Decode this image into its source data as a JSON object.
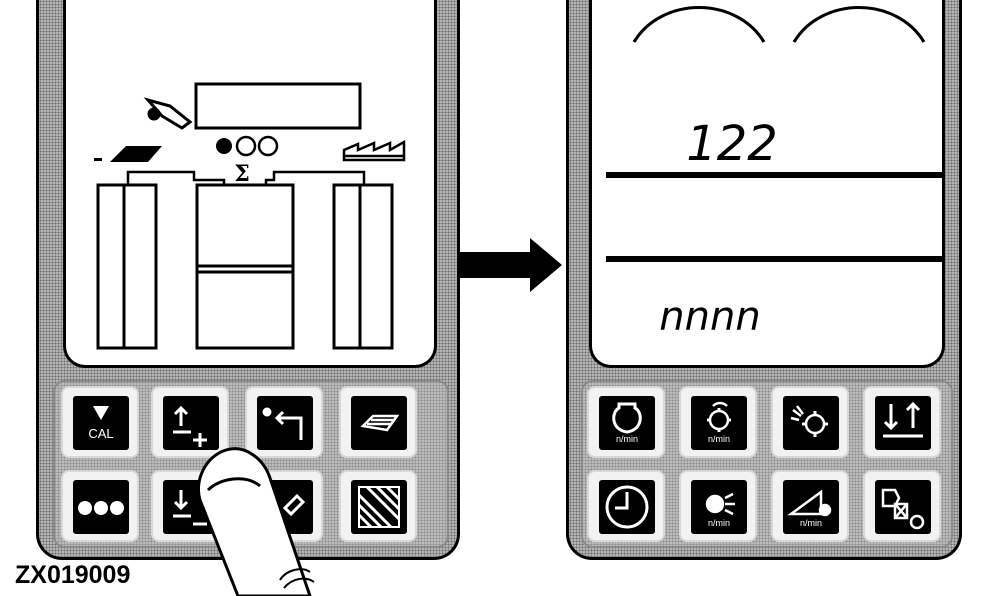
{
  "left_device": {
    "keys": [
      {
        "id": "cal",
        "icon": "triangle-down-icon",
        "label": "CAL"
      },
      {
        "id": "increase",
        "icon": "arrow-up-plus-icon"
      },
      {
        "id": "return",
        "icon": "return-arrow-icon"
      },
      {
        "id": "area",
        "icon": "field-area-icon"
      },
      {
        "id": "menu",
        "icon": "three-dots-icon"
      },
      {
        "id": "decrease",
        "icon": "arrow-down-minus-icon"
      },
      {
        "id": "hidden",
        "icon": "pen-icon"
      },
      {
        "id": "pattern",
        "icon": "hatched-square-icon"
      }
    ],
    "display": {
      "sigma_symbol": "Σ"
    }
  },
  "right_device": {
    "display": {
      "value": "122",
      "dashes": "nnnn"
    },
    "keys": [
      {
        "id": "engine-rpm",
        "icon": "engine-icon",
        "label": "n/min"
      },
      {
        "id": "rotor-rpm",
        "icon": "rotor-icon",
        "label": "n/min"
      },
      {
        "id": "cleaning",
        "icon": "fan-gear-icon"
      },
      {
        "id": "height",
        "icon": "arrows-level-icon"
      },
      {
        "id": "hours",
        "icon": "clock-icon"
      },
      {
        "id": "fan-rpm",
        "icon": "blower-icon",
        "label": "n/min"
      },
      {
        "id": "ground-speed",
        "icon": "speed-icon",
        "label": "n/min"
      },
      {
        "id": "drive",
        "icon": "drive-gears-icon"
      }
    ]
  },
  "figure_id": "ZX019009"
}
